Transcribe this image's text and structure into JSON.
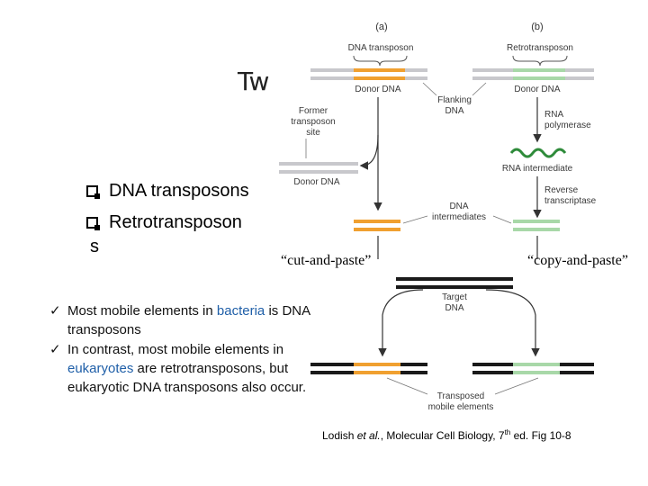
{
  "title": "Tw",
  "bullets": {
    "dna_transposons": "DNA transposons",
    "retrotransposons_a": "Retrotransposon",
    "retrotransposons_b": "s"
  },
  "checks": {
    "item1": {
      "part1": "Most mobile elements in ",
      "highlight": "bacteria",
      "part2": " is DNA transposons"
    },
    "item2": {
      "part1": "In contrast, most mobile elements in ",
      "highlight": "eukaryotes",
      "part2": " are retrotransposons, but eukaryotic DNA transposons also occur."
    }
  },
  "quotes": {
    "cut": "“cut-and-paste”",
    "copy": "“copy-and-paste”"
  },
  "citation": {
    "author": "Lodish ",
    "etal": "et al.",
    "rest": ", Molecular Cell Biology, 7",
    "sup": "th",
    "end": " ed. Fig 10-8"
  },
  "diagram": {
    "panel_a": "(a)",
    "panel_b": "(b)",
    "dna_transposon": "DNA transposon",
    "retrotransposon": "Retrotransposon",
    "donor_dna_a": "Donor DNA",
    "donor_dna_b": "Donor DNA",
    "flanking_1": "Flanking",
    "flanking_2": "DNA",
    "former_1": "Former",
    "former_2": "transposon",
    "former_3": "site",
    "rna_pol_1": "RNA",
    "rna_pol_2": "polymerase",
    "rna_intermediate": "RNA intermediate",
    "donor_dna_c": "Donor DNA",
    "dna_int_1": "DNA",
    "dna_int_2": "intermediates",
    "rev_1": "Reverse",
    "rev_2": "transcriptase",
    "target_1": "Target",
    "target_2": "DNA",
    "transposed_1": "Transposed",
    "transposed_2": "mobile elements"
  },
  "colors": {
    "orange": "#f0a030",
    "green": "#a8d8a8",
    "gray": "#c8c8cc",
    "black": "#1a1a1a",
    "wave": "#2e8b3a",
    "highlight": "#1f5fa8"
  }
}
